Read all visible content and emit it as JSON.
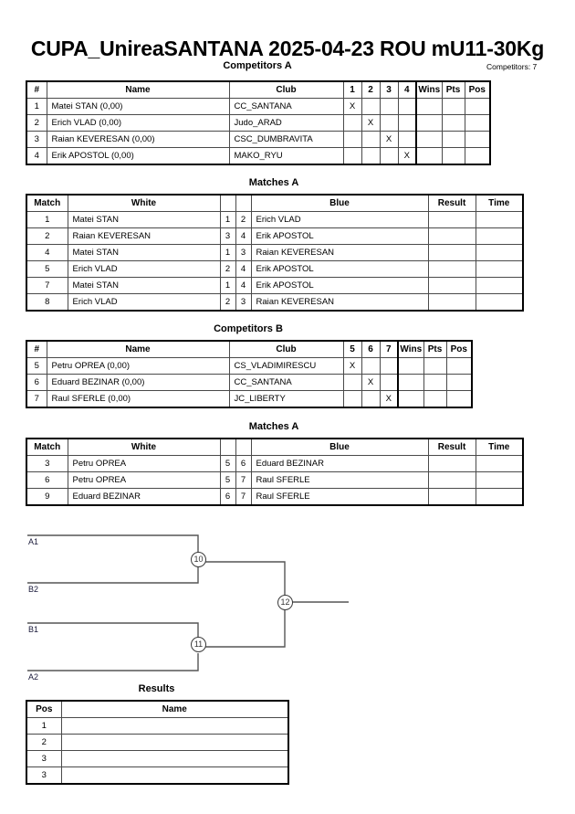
{
  "document": {
    "title": "CUPA_UnireaSANTANA  2025-04-23  ROU   mU11-30Kg",
    "competitors_label": "Competitors: 7"
  },
  "sections": {
    "competitors_a_heading": "Competitors A",
    "matches_a_heading": "Matches A",
    "competitors_b_heading": "Competitors B",
    "matches_b_heading": "Matches A",
    "results_heading": "Results"
  },
  "competitors_a": {
    "columns": {
      "num": "#",
      "name": "Name",
      "club": "Club",
      "n1": "1",
      "n2": "2",
      "n3": "3",
      "n4": "4",
      "wins": "Wins",
      "pts": "Pts",
      "pos": "Pos"
    },
    "rows": [
      {
        "num": "1",
        "name": "Matei STAN  (0,00)",
        "club": "CC_SANTANA",
        "marks": [
          "X",
          "",
          "",
          ""
        ],
        "wins": "",
        "pts": "",
        "pos": ""
      },
      {
        "num": "2",
        "name": "Erich VLAD  (0,00)",
        "club": "Judo_ARAD",
        "marks": [
          "",
          "X",
          "",
          ""
        ],
        "wins": "",
        "pts": "",
        "pos": ""
      },
      {
        "num": "3",
        "name": "Raian KEVERESAN  (0,00)",
        "club": "CSC_DUMBRAVITA",
        "marks": [
          "",
          "",
          "X",
          ""
        ],
        "wins": "",
        "pts": "",
        "pos": ""
      },
      {
        "num": "4",
        "name": "Erik APOSTOL  (0,00)",
        "club": "MAKO_RYU",
        "marks": [
          "",
          "",
          "",
          "X"
        ],
        "wins": "",
        "pts": "",
        "pos": ""
      }
    ]
  },
  "matches_a": {
    "columns": {
      "match": "Match",
      "white": "White",
      "white_num": "",
      "blue_num": "",
      "blue": "Blue",
      "result": "Result",
      "time": "Time"
    },
    "rows": [
      {
        "match": "1",
        "white": "Matei STAN",
        "white_num": "1",
        "blue_num": "2",
        "blue": "Erich VLAD",
        "result": "",
        "time": ""
      },
      {
        "match": "2",
        "white": "Raian KEVERESAN",
        "white_num": "3",
        "blue_num": "4",
        "blue": "Erik APOSTOL",
        "result": "",
        "time": ""
      },
      {
        "match": "4",
        "white": "Matei STAN",
        "white_num": "1",
        "blue_num": "3",
        "blue": "Raian KEVERESAN",
        "result": "",
        "time": ""
      },
      {
        "match": "5",
        "white": "Erich VLAD",
        "white_num": "2",
        "blue_num": "4",
        "blue": "Erik APOSTOL",
        "result": "",
        "time": ""
      },
      {
        "match": "7",
        "white": "Matei STAN",
        "white_num": "1",
        "blue_num": "4",
        "blue": "Erik APOSTOL",
        "result": "",
        "time": ""
      },
      {
        "match": "8",
        "white": "Erich VLAD",
        "white_num": "2",
        "blue_num": "3",
        "blue": "Raian KEVERESAN",
        "result": "",
        "time": ""
      }
    ]
  },
  "competitors_b": {
    "columns": {
      "num": "#",
      "name": "Name",
      "club": "Club",
      "n1": "5",
      "n2": "6",
      "n3": "7",
      "wins": "Wins",
      "pts": "Pts",
      "pos": "Pos"
    },
    "rows": [
      {
        "num": "5",
        "name": "Petru OPREA  (0,00)",
        "club": "CS_VLADIMIRESCU",
        "marks": [
          "X",
          "",
          ""
        ],
        "wins": "",
        "pts": "",
        "pos": ""
      },
      {
        "num": "6",
        "name": "Eduard BEZINAR  (0,00)",
        "club": "CC_SANTANA",
        "marks": [
          "",
          "X",
          ""
        ],
        "wins": "",
        "pts": "",
        "pos": ""
      },
      {
        "num": "7",
        "name": "Raul SFERLE  (0,00)",
        "club": "JC_LIBERTY",
        "marks": [
          "",
          "",
          "X"
        ],
        "wins": "",
        "pts": "",
        "pos": ""
      }
    ]
  },
  "matches_b": {
    "columns": {
      "match": "Match",
      "white": "White",
      "white_num": "",
      "blue_num": "",
      "blue": "Blue",
      "result": "Result",
      "time": "Time"
    },
    "rows": [
      {
        "match": "3",
        "white": "Petru OPREA",
        "white_num": "5",
        "blue_num": "6",
        "blue": "Eduard BEZINAR",
        "result": "",
        "time": ""
      },
      {
        "match": "6",
        "white": "Petru OPREA",
        "white_num": "5",
        "blue_num": "7",
        "blue": "Raul SFERLE",
        "result": "",
        "time": ""
      },
      {
        "match": "9",
        "white": "Eduard BEZINAR",
        "white_num": "6",
        "blue_num": "7",
        "blue": "Raul SFERLE",
        "result": "",
        "time": ""
      }
    ]
  },
  "bracket": {
    "seeds": {
      "top_upper": "A1",
      "top_lower": "B2",
      "bottom_upper": "B1",
      "bottom_lower": "A2"
    },
    "nodes": {
      "semifinal_1": "10",
      "semifinal_2": "11",
      "final": "12"
    }
  },
  "results": {
    "columns": {
      "pos": "Pos",
      "name": "Name"
    },
    "rows": [
      {
        "pos": "1",
        "name": ""
      },
      {
        "pos": "2",
        "name": ""
      },
      {
        "pos": "3",
        "name": ""
      },
      {
        "pos": "3",
        "name": ""
      }
    ]
  }
}
